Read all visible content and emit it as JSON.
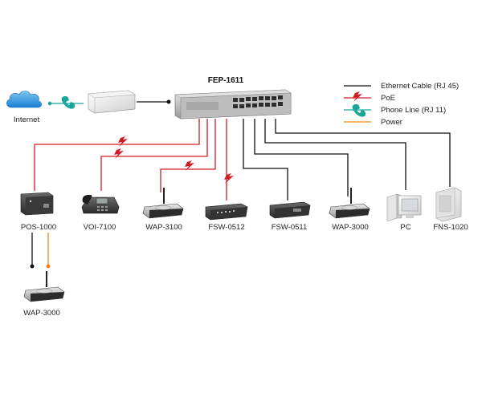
{
  "title": "FEP-1611",
  "internet_label": "Internet",
  "legend": {
    "ethernet": "Ethernet Cable (RJ 45)",
    "poe": "PoE",
    "phone": "Phone Line (RJ 11)",
    "power": "Power"
  },
  "devices": {
    "pos1000": "POS-1000",
    "voi7100": "VOI-7100",
    "wap3100": "WAP-3100",
    "fsw0512": "FSW-0512",
    "fsw0511": "FSW-0511",
    "wap3000": "WAP-3000",
    "pc": "PC",
    "fns1020": "FNS-1020",
    "wap3000_bottom": "WAP-3000"
  },
  "colors": {
    "ethernet": "#111111",
    "poe": "#d21a22",
    "phone": "#19a79a",
    "power": "#f0861a"
  },
  "icons": {
    "cloud": "cloud-icon",
    "modem": "modem-icon",
    "switch": "switch-icon",
    "poe_splitter": "poe-splitter-icon",
    "ip_phone": "ip-phone-icon",
    "access_point": "access-point-icon",
    "desktop_switch": "desktop-switch-icon",
    "pc": "pc-icon",
    "nas": "nas-icon"
  }
}
